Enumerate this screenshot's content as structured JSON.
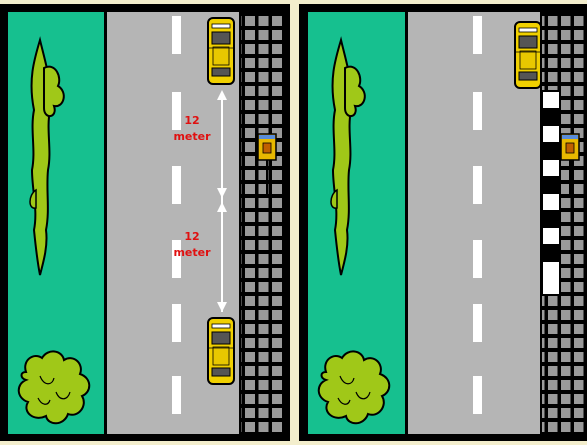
{
  "labels": {
    "upper_distance_value": "12",
    "upper_distance_unit": "meter",
    "lower_distance_value": "12",
    "lower_distance_unit": "meter"
  },
  "colors": {
    "grass": "#16c08f",
    "road": "#b5b5b5",
    "lane_marking": "#ffffff",
    "car": "#f0d000",
    "tree": "#a0c818",
    "distance_text": "#e01010",
    "sidewalk_tile": "#9a9a9a"
  },
  "icons": {
    "car": "car-topdown-icon",
    "tree": "tree-topdown-icon",
    "bush": "bush-topdown-icon",
    "sign": "bus-stop-sign-icon"
  }
}
